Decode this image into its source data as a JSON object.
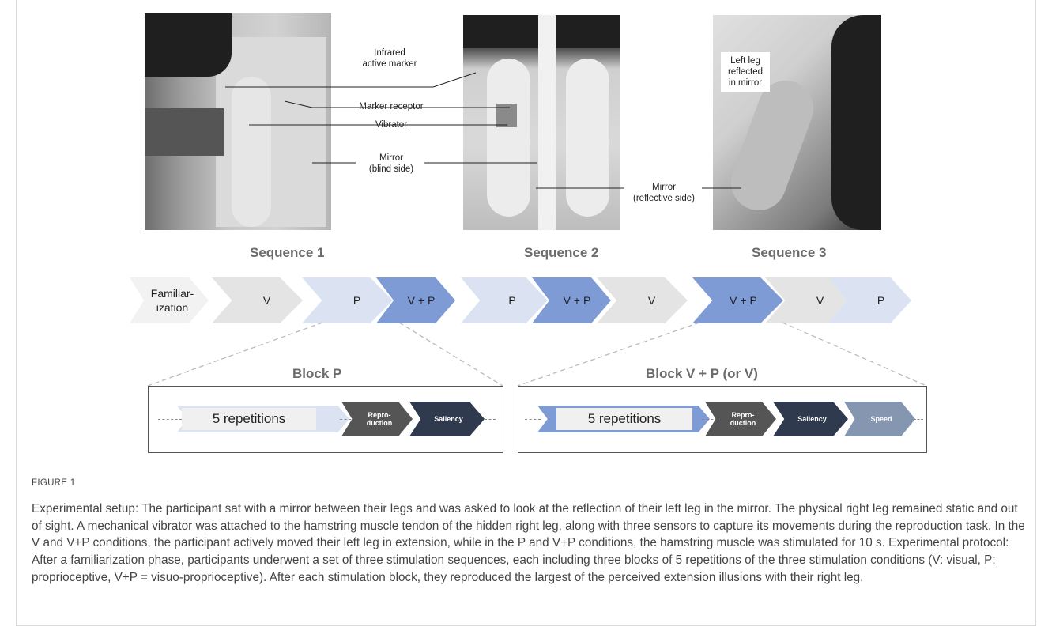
{
  "callouts": {
    "infrared": "Infrared\nactive marker",
    "marker_receptor": "Marker receptor",
    "vibrator": "Vibrator",
    "mirror_blind": "Mirror\n(blind side)",
    "mirror_reflective": "Mirror\n(reflective side)",
    "left_leg": "Left leg\nreflected\nin mirror"
  },
  "sequences": [
    "Sequence 1",
    "Sequence 2",
    "Sequence 3"
  ],
  "chevrons": [
    "Familiar-\nization",
    "V",
    "P",
    "V + P",
    "P",
    "V + P",
    "V",
    "V + P",
    "V",
    "P"
  ],
  "blocks": {
    "p_title": "Block P",
    "vp_title": "Block  V + P (or V)",
    "repetitions": "5 repetitions",
    "reproduction": "Repro-\nduction",
    "saliency": "Saliency",
    "speed": "Speed"
  },
  "figure_label": "FIGURE 1",
  "caption": "Experimental setup: The participant sat with a mirror between their legs and was asked to look at the reflection of their left leg in the mirror. The physical right leg remained static and out of sight. A mechanical vibrator was attached to the hamstring muscle tendon of the hidden right leg, along with three sensors to capture its movements during the reproduction task. In the V and V+P conditions, the participant actively moved their left leg in extension, while in the P and V+P conditions, the hamstring muscle was stimulated for 10 s. Experimental protocol: After a familiarization phase, participants underwent a set of three stimulation sequences, each including three blocks of 5 repetitions of the three stimulation conditions (V: visual, P: proprioceptive, V+P = visuo-proprioceptive). After each stimulation block, they reproduced the largest of the perceived extension illusions with their right leg.",
  "colors": {
    "familiarization": "#f2f2f2",
    "v": "#e4e4e4",
    "p": "#dbe3f3",
    "vp": "#7f9bd6",
    "reproduction": "#555555",
    "saliency": "#2f3a4f",
    "speed": "#8496b0"
  }
}
